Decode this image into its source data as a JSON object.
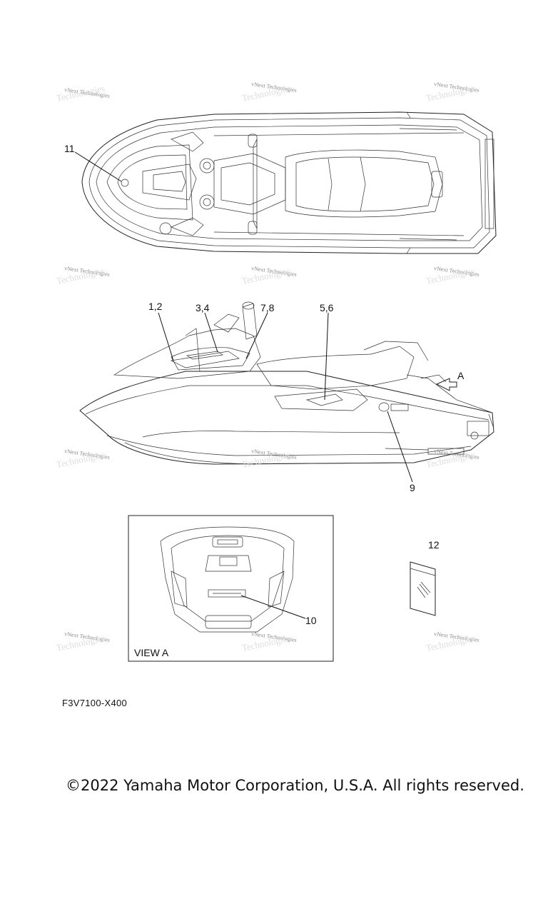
{
  "watermark": {
    "line1": "vNext Technologies",
    "line2": "Technologies"
  },
  "callouts": {
    "top_view": "11",
    "side_1_2": "1,2",
    "side_3_4": "3,4",
    "side_7_8": "7,8",
    "side_5_6": "5,6",
    "side_9": "9",
    "view_arrow": "A",
    "view_a_10": "10",
    "loose_12": "12"
  },
  "view_a_label": "VIEW A",
  "figure_code": "F3V7100-X400",
  "copyright": "©2022 Yamaha Motor Corporation, U.S.A. All rights reserved."
}
